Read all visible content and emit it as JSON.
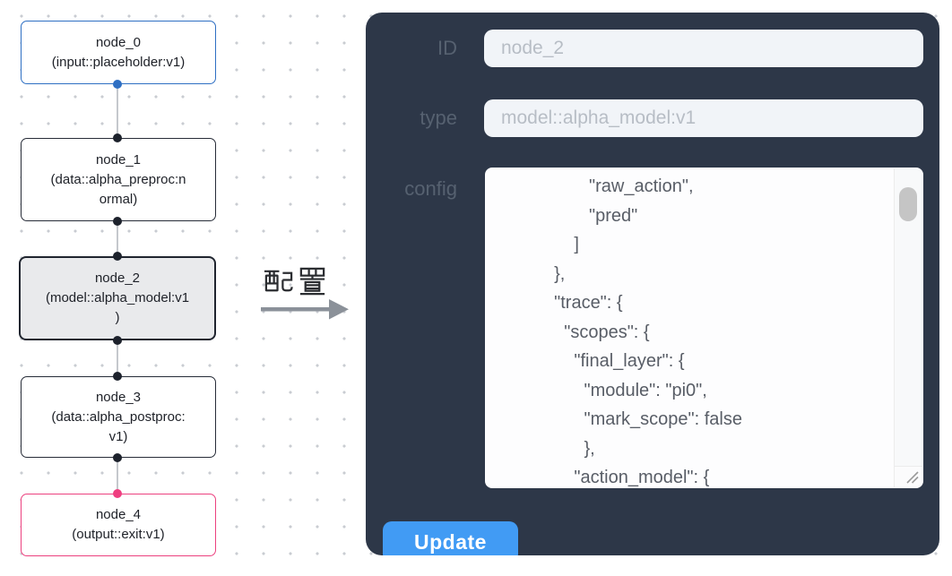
{
  "graph": {
    "nodes": [
      {
        "lines": [
          "node_0",
          "(input::placeholder:v1)"
        ],
        "accent_color": "#2e6fc3",
        "selected": false
      },
      {
        "lines": [
          "node_1",
          "(data::alpha_preproc:n",
          "ormal)"
        ],
        "accent_color": "#272c38",
        "selected": false
      },
      {
        "lines": [
          "node_2",
          "(model::alpha_model:v1",
          ")"
        ],
        "accent_color": "#20252f",
        "selected": true
      },
      {
        "lines": [
          "node_3",
          "(data::alpha_postproc:",
          "v1)"
        ],
        "accent_color": "#272c38",
        "selected": false
      },
      {
        "lines": [
          "node_4",
          "(output::exit:v1)"
        ],
        "accent_color": "#ec417f",
        "selected": false
      }
    ]
  },
  "transition": {
    "label": "配置"
  },
  "panel": {
    "id_field": {
      "label": "ID",
      "value": "node_2"
    },
    "type_field": {
      "label": "type",
      "value": "model::alpha_model:v1"
    },
    "config_field": {
      "label": "config",
      "value": "                  \"raw_action\",\n                  \"pred\"\n               ]\n           },\n           \"trace\": {\n             \"scopes\": {\n               \"final_layer\": {\n                 \"module\": \"pi0\",\n                 \"mark_scope\": false\n                 },\n               \"action_model\": {"
    },
    "update_button": {
      "label": "Update"
    }
  },
  "colors": {
    "panel_bg": "#2d3748",
    "input_bg": "#f1f4f8",
    "input_text": "#b7bdc5",
    "label_text": "#566170",
    "button_bg": "#419bf4",
    "node_selected_bg": "#e9eaec",
    "node_blue": "#2e6fc3",
    "node_pink": "#ec417f",
    "node_dark": "#20252f",
    "edge": "#c5c8cd",
    "grid_dot": "#c9ccd2"
  }
}
